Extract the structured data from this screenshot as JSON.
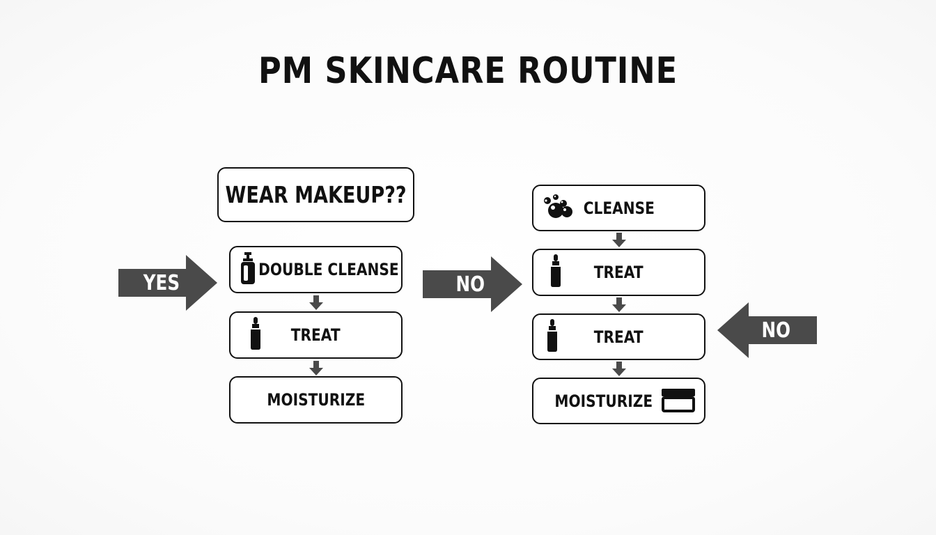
{
  "title": "PM SKINCARE ROUTINE",
  "question": "WEAR MAKEUP??",
  "arrows": {
    "yes": "YES",
    "no_center": "NO",
    "no_right": "NO"
  },
  "left_column": {
    "steps": [
      {
        "label": "DOUBLE CLEANSE",
        "icon": "pump-bottle-icon"
      },
      {
        "label": "TREAT",
        "icon": "dropper-bottle-icon"
      },
      {
        "label": "MOISTURIZE",
        "icon": ""
      }
    ]
  },
  "right_column": {
    "steps": [
      {
        "label": "CLEANSE",
        "icon": "bubbles-icon"
      },
      {
        "label": "TREAT",
        "icon": "dropper-bottle-icon"
      },
      {
        "label": "TREAT",
        "icon": "dropper-bottle-icon"
      },
      {
        "label": "MOISTURIZE",
        "icon": "cream-jar-icon"
      }
    ]
  },
  "colors": {
    "ink": "#111111",
    "arrow_fill": "#4a4a4a",
    "arrow_text": "#ffffff"
  }
}
